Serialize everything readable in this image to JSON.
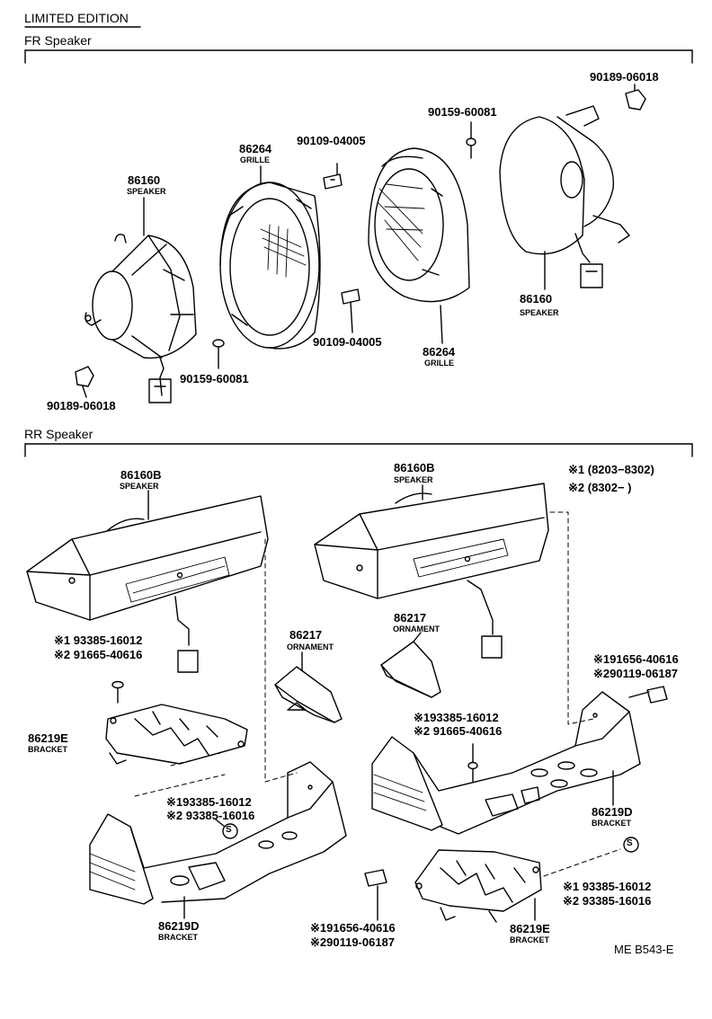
{
  "header": {
    "title": "LIMITED EDITION",
    "fr_section": "FR Speaker",
    "rr_section": "RR Speaker"
  },
  "fr_parts": {
    "speaker_left_pn": "86160",
    "speaker_left_name": "SPEAKER",
    "grille_left_pn": "86264",
    "grille_left_name": "GRILLE",
    "screw_top_pn": "90109-04005",
    "screw_mid_pn": "90109-04005",
    "grille_right_pn": "86264",
    "grille_right_name": "GRILLE",
    "screw_right_pn": "90159-60081",
    "clip_right_pn": "90189-06018",
    "speaker_right_pn": "86160",
    "speaker_right_name": "SPEAKER",
    "screw_left_pn": "90159-60081",
    "clip_left_pn": "90189-06018"
  },
  "rr_parts": {
    "speaker_left_pn": "86160B",
    "speaker_left_name": "SPEAKER",
    "speaker_right_pn": "86160B",
    "speaker_right_name": "SPEAKER",
    "ornament_left_pn": "86217",
    "ornament_left_name": "ORNAMENT",
    "ornament_right_pn": "86217",
    "ornament_right_name": "ORNAMENT",
    "screw_a1": "※1 93385-16012",
    "screw_a2": "※2 91665-40616",
    "bracket_e_left_pn": "86219E",
    "bracket_e_left_name": "BRACKET",
    "screw_b1": "※193385-16012",
    "screw_b2": "※2 93385-16016",
    "bracket_d_left_pn": "86219D",
    "bracket_d_left_name": "BRACKET",
    "bolt_c1": "※191656-40616",
    "bolt_c2": "※290119-06187",
    "screw_d1": "※193385-16012",
    "screw_d2": "※2 91665-40616",
    "bolt_e1": "※191656-40616",
    "bolt_e2": "※290119-06187",
    "bracket_d_right_pn": "86219D",
    "bracket_d_right_name": "BRACKET",
    "screw_f1": "※1 93385-16012",
    "screw_f2": "※2 93385-16016",
    "bracket_e_right_pn": "86219E",
    "bracket_e_right_name": "BRACKET"
  },
  "legend": {
    "note1": "※1 (8203−8302)",
    "note2": "※2 (8302−        )"
  },
  "symbol_s": "S",
  "footer_code": "ME B543-E"
}
